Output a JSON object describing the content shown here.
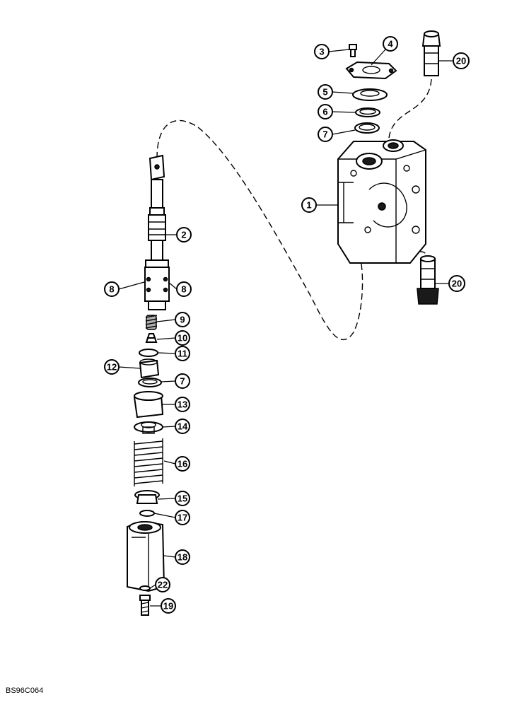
{
  "figure": {
    "code": "BS96C064"
  },
  "callouts": {
    "c1": "1",
    "c2": "2",
    "c3": "3",
    "c4": "4",
    "c5": "5",
    "c6": "6",
    "c7a": "7",
    "c7b": "7",
    "c8a": "8",
    "c8b": "8",
    "c9": "9",
    "c10": "10",
    "c11": "11",
    "c12": "12",
    "c13": "13",
    "c14": "14",
    "c15": "15",
    "c16": "16",
    "c17": "17",
    "c18": "18",
    "c19": "19",
    "c20a": "20",
    "c20b": "20",
    "c22": "22"
  }
}
